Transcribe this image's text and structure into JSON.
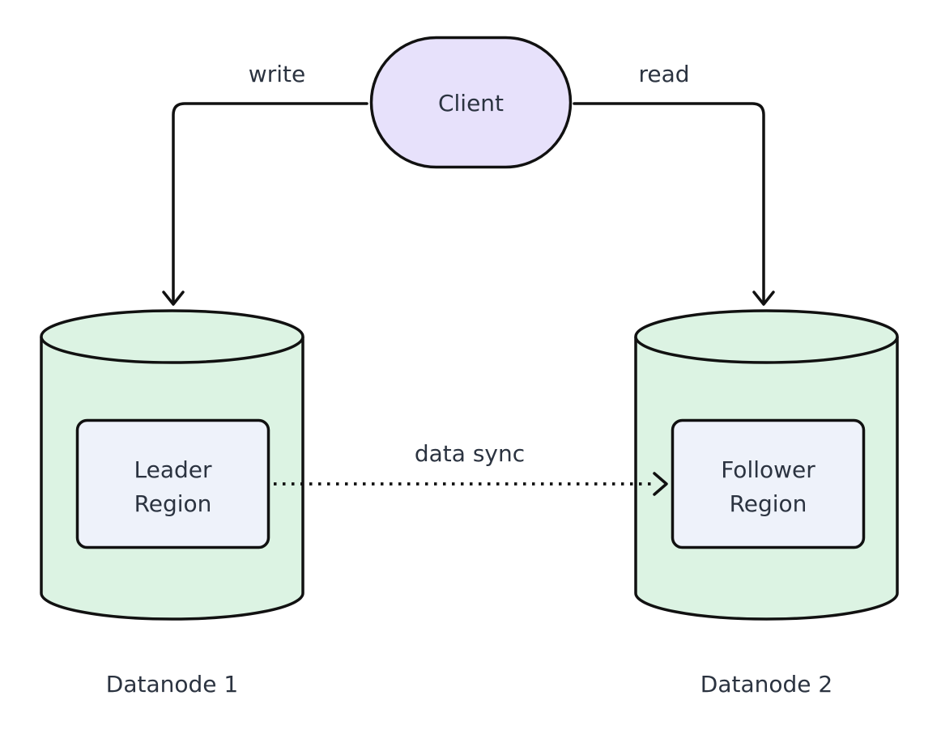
{
  "diagram": {
    "client": {
      "label": "Client"
    },
    "edges": {
      "write_label": "write",
      "read_label": "read",
      "sync_label": "data sync"
    },
    "datanode1": {
      "caption": "Datanode 1",
      "region_line1": "Leader",
      "region_line2": "Region"
    },
    "datanode2": {
      "caption": "Datanode 2",
      "region_line1": "Follower",
      "region_line2": "Region"
    }
  },
  "colors": {
    "client_fill": "#e7e1fb",
    "cylinder_fill": "#dcf3e3",
    "region_fill": "#eef2fa",
    "line": "#111111",
    "text": "#2b3340",
    "background": "#ffffff"
  }
}
